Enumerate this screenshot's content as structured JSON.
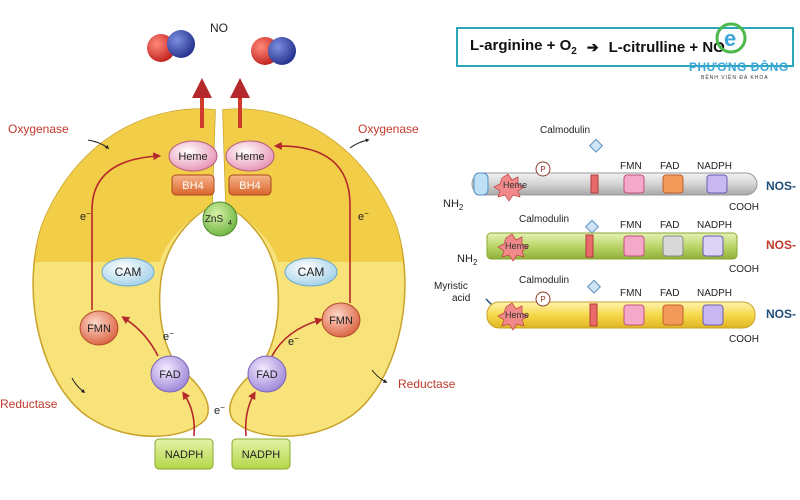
{
  "equation": {
    "reactant": "L-arginine + O",
    "reactant_sub": "2",
    "arrow": "➔",
    "product": "L-citrulline + NO"
  },
  "logo": {
    "letter": "e",
    "brand": "PHƯƠNG ĐÔNG",
    "subtitle": "BỆNH VIỆN ĐA KHOA"
  },
  "left_diagram": {
    "no_label": "NO",
    "oxygenase": "Oxygenase",
    "reductase": "Reductase",
    "heme": "Heme",
    "bh4": "BH4",
    "zn": "ZnS",
    "zn_sub": "4",
    "cam": "CAM",
    "fmn": "FMN",
    "fad": "FAD",
    "nadph": "NADPH",
    "electron": "e",
    "electron_sup": "−"
  },
  "right_diagram": {
    "calmodulin": "Calmodulin",
    "heme": "Heme",
    "fmn": "FMN",
    "fad": "FAD",
    "nadph": "NADPH",
    "nh2": "NH",
    "nh2_sub": "2",
    "cooh": "COOH",
    "myristic": [
      "Myristic",
      "acid"
    ],
    "p": "P",
    "rows": [
      {
        "label": "NOS-",
        "label_color": "#1f4e79"
      },
      {
        "label": "NOS-",
        "label_color": "#c0392b"
      },
      {
        "label": "NOS-",
        "label_color": "#1f4e79"
      }
    ]
  },
  "colors": {
    "yellow_outer": "#f7e37a",
    "yellow_inner": "#f2cd48",
    "arrow_red": "#b5282c",
    "label_red": "#c0392b",
    "teal_border": "#2aa8b8"
  }
}
